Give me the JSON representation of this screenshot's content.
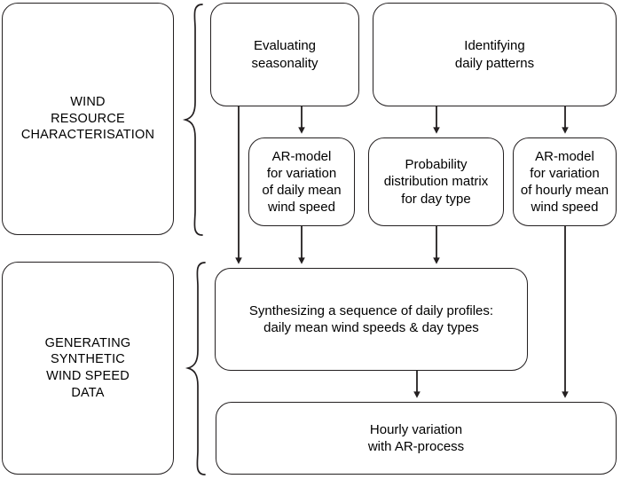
{
  "diagram": {
    "title": "Wind resource characterisation and synthetic wind speed data generation flowchart",
    "stroke_color": "#231f20",
    "background_color": "#ffffff",
    "stages": [
      {
        "id": "stage-wind-resource",
        "label": "WIND\nRESOURCE\nCHARACTERISATION"
      },
      {
        "id": "stage-generating-synthetic",
        "label": "GENERATING\nSYNTHETIC\nWIND SPEED\nDATA"
      }
    ],
    "nodes": [
      {
        "id": "node-evaluating-seasonality",
        "label": "Evaluating\nseasonality"
      },
      {
        "id": "node-identifying-daily-patterns",
        "label": "Identifying\ndaily patterns"
      },
      {
        "id": "node-ar-model-daily",
        "label": "AR-model\nfor variation\nof daily mean\nwind speed"
      },
      {
        "id": "node-probability-matrix",
        "label": "Probability\ndistribution matrix\nfor day type"
      },
      {
        "id": "node-ar-model-hourly",
        "label": "AR-model\nfor variation\nof hourly mean\nwind speed"
      },
      {
        "id": "node-synthesizing-sequence",
        "label": "Synthesizing a sequence of daily profiles:\ndaily mean wind speeds & day types"
      },
      {
        "id": "node-hourly-variation",
        "label": "Hourly variation\nwith AR-process"
      }
    ],
    "edges": [
      {
        "id": "edge-seasonality-to-ar-daily",
        "from": "node-evaluating-seasonality",
        "to": "node-ar-model-daily"
      },
      {
        "id": "edge-seasonality-to-synthesizing",
        "from": "node-evaluating-seasonality",
        "to": "node-synthesizing-sequence"
      },
      {
        "id": "edge-daily-patterns-to-probability",
        "from": "node-identifying-daily-patterns",
        "to": "node-probability-matrix"
      },
      {
        "id": "edge-daily-patterns-to-ar-hourly",
        "from": "node-identifying-daily-patterns",
        "to": "node-ar-model-hourly"
      },
      {
        "id": "edge-ar-daily-to-synthesizing",
        "from": "node-ar-model-daily",
        "to": "node-synthesizing-sequence"
      },
      {
        "id": "edge-probability-to-synthesizing",
        "from": "node-probability-matrix",
        "to": "node-synthesizing-sequence"
      },
      {
        "id": "edge-ar-hourly-to-hourly-variation",
        "from": "node-ar-model-hourly",
        "to": "node-hourly-variation"
      },
      {
        "id": "edge-synthesizing-to-hourly-variation",
        "from": "node-synthesizing-sequence",
        "to": "node-hourly-variation"
      }
    ],
    "braces": [
      {
        "id": "brace-upper",
        "groups": "node-evaluating-seasonality, node-identifying-daily-patterns, node-ar-model-daily, node-probability-matrix, node-ar-model-hourly"
      },
      {
        "id": "brace-lower",
        "groups": "node-synthesizing-sequence, node-hourly-variation"
      }
    ]
  }
}
